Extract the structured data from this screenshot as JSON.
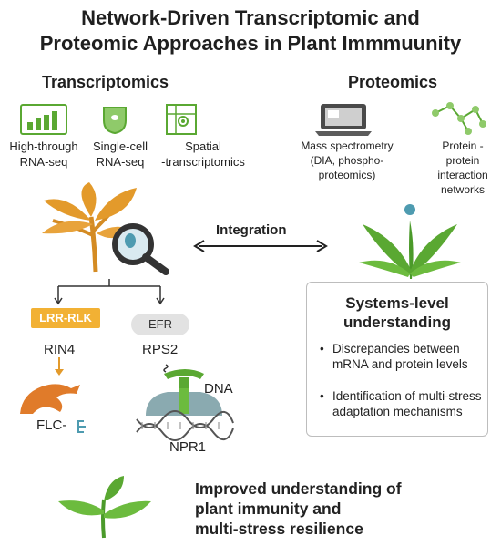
{
  "title": {
    "line1": "Network-Driven Transcriptomic and",
    "line2": "Proteomic Approaches in Plant Immmuunity"
  },
  "transcriptomics": {
    "heading": "Transcriptomics",
    "items": [
      {
        "icon": "bar-chart-icon",
        "line1": "High-through",
        "line2": "RNA-seq"
      },
      {
        "icon": "cell-icon",
        "line1": "Single-cell",
        "line2": "RNA-seq"
      },
      {
        "icon": "spatial-grid-icon",
        "line1": "Spatial",
        "line2": "-transcriptomics"
      }
    ]
  },
  "proteomics": {
    "heading": "Proteomics",
    "items": [
      {
        "icon": "laptop-icon",
        "line1": "Mass spectrometry",
        "line2": "(DIA, phospho-",
        "line3": "proteomics)"
      },
      {
        "icon": "network-icon",
        "line1": "Protein -",
        "line2": "protein",
        "line3": "interaction",
        "line4": "networks"
      }
    ]
  },
  "integration": "Integration",
  "pathway": {
    "lrr": "LRR-RLK",
    "efr": "EFR",
    "rin4": "RIN4",
    "rps2": "RPS2",
    "dna": "DNA",
    "flc": "FLC-",
    "npr1": "NPR1"
  },
  "systems": {
    "title_line1": "Systems-level",
    "title_line2": "understanding",
    "bullets": [
      "Discrepancies between mRNA and protein levels",
      "Identification of multi-stress adaptation mechanisms"
    ]
  },
  "conclusion": {
    "line1": "Improved understanding of",
    "line2": "plant immunity and",
    "line3": "multi-stress resilience"
  },
  "colors": {
    "green": "#5aa832",
    "orange": "#e39a2b",
    "dark": "#333333",
    "teal": "#4e9bb0",
    "lrr_box": "#f2b134"
  }
}
